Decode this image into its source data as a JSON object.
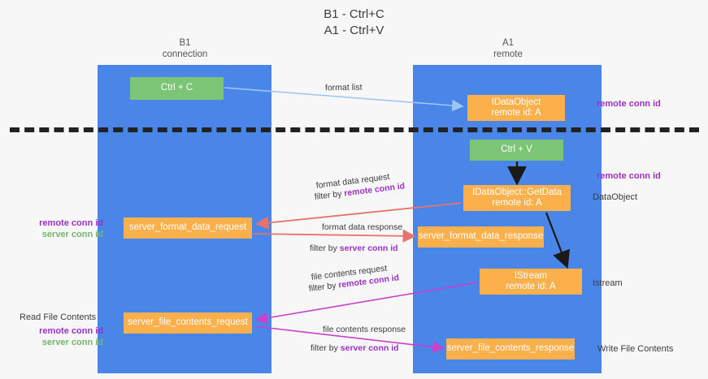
{
  "title": {
    "line1": "B1 - Ctrl+C",
    "line2": "A1 - Ctrl+V"
  },
  "columns": {
    "left": {
      "name": "B1",
      "role": "connection"
    },
    "right": {
      "name": "A1",
      "role": "remote"
    }
  },
  "boxes": {
    "ctrl_c": {
      "line1": "Ctrl + C",
      "line2": "",
      "color": "#7cc576"
    },
    "idataobject": {
      "line1": "IDataObject",
      "line2": "remote id: A",
      "color": "#fbb04c"
    },
    "ctrl_v": {
      "line1": "Ctrl + V",
      "line2": "",
      "color": "#7cc576"
    },
    "getdata": {
      "line1": "IDataObject::GetData",
      "line2": "remote id: A",
      "color": "#fbb04c"
    },
    "server_format_data_request": {
      "line1": "server_format_data_request",
      "line2": "",
      "color": "#fbb04c"
    },
    "server_format_data_response": {
      "line1": "server_format_data_response",
      "line2": "",
      "color": "#fbb04c"
    },
    "istream": {
      "line1": "IStream",
      "line2": "remote id: A",
      "color": "#fbb04c"
    },
    "server_file_contents_request": {
      "line1": "server_file_contents_request",
      "line2": "",
      "color": "#fbb04c"
    },
    "server_file_contents_response": {
      "line1": "server_file_contents_response",
      "line2": "",
      "color": "#fbb04c"
    }
  },
  "annotations": {
    "remote_conn_id_top": "remote conn id",
    "remote_conn_id_mid": "remote conn id",
    "dataobject": "DataObject",
    "istream": "Istream",
    "write_file_contents": "Write File Contents",
    "read_file_contents": "Read File Contents",
    "left_remote_conn_id_1": "remote conn id",
    "left_server_conn_id_1": "server conn id",
    "left_remote_conn_id_2": "remote conn id",
    "left_server_conn_id_2": "server conn id"
  },
  "flows": {
    "format_list": "format list",
    "format_data_request": "format data request",
    "format_data_request_filter_prefix": "filter by ",
    "format_data_request_filter_key": "remote conn id",
    "format_data_response": "format data response",
    "format_data_response_filter_prefix": "filter by ",
    "format_data_response_filter_key": "server conn id",
    "file_contents_request": "file contents request",
    "file_contents_request_filter_prefix": "filter by ",
    "file_contents_request_filter_key": "remote conn id",
    "file_contents_response": "file contents response",
    "file_contents_response_filter_prefix": "filter by ",
    "file_contents_response_filter_key": "server conn id"
  },
  "colors": {
    "lane": "#4a86e8",
    "green_box": "#7cc576",
    "orange_box": "#fbb04c",
    "purple_text": "#9b30c4",
    "green_text": "#74b66d",
    "red_arrow": "#e8736a",
    "magenta_arrow": "#cc3fcc",
    "light_blue_arrow": "#9fc5f0",
    "black_arrow": "#1a1a1a",
    "divider": "#222222",
    "background": "#f7f7f8"
  }
}
